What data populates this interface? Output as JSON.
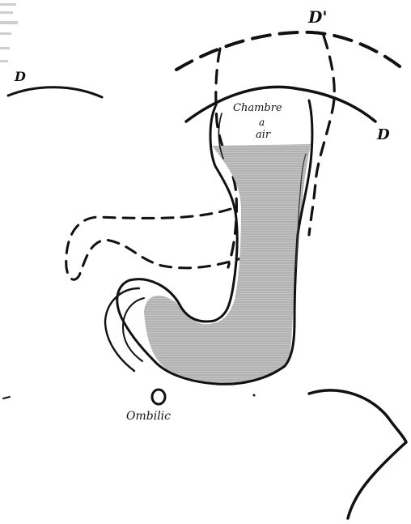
{
  "labels": {
    "d_left": "D",
    "d_right": "D",
    "d_prime": "D'",
    "chamber_line1": "Chambre",
    "chamber_line2": "a",
    "chamber_line3": "air",
    "umbilicus": "Ombilic"
  },
  "colors": {
    "ink": "#111111",
    "fill": "#b9b9b9",
    "background": "#ffffff"
  }
}
